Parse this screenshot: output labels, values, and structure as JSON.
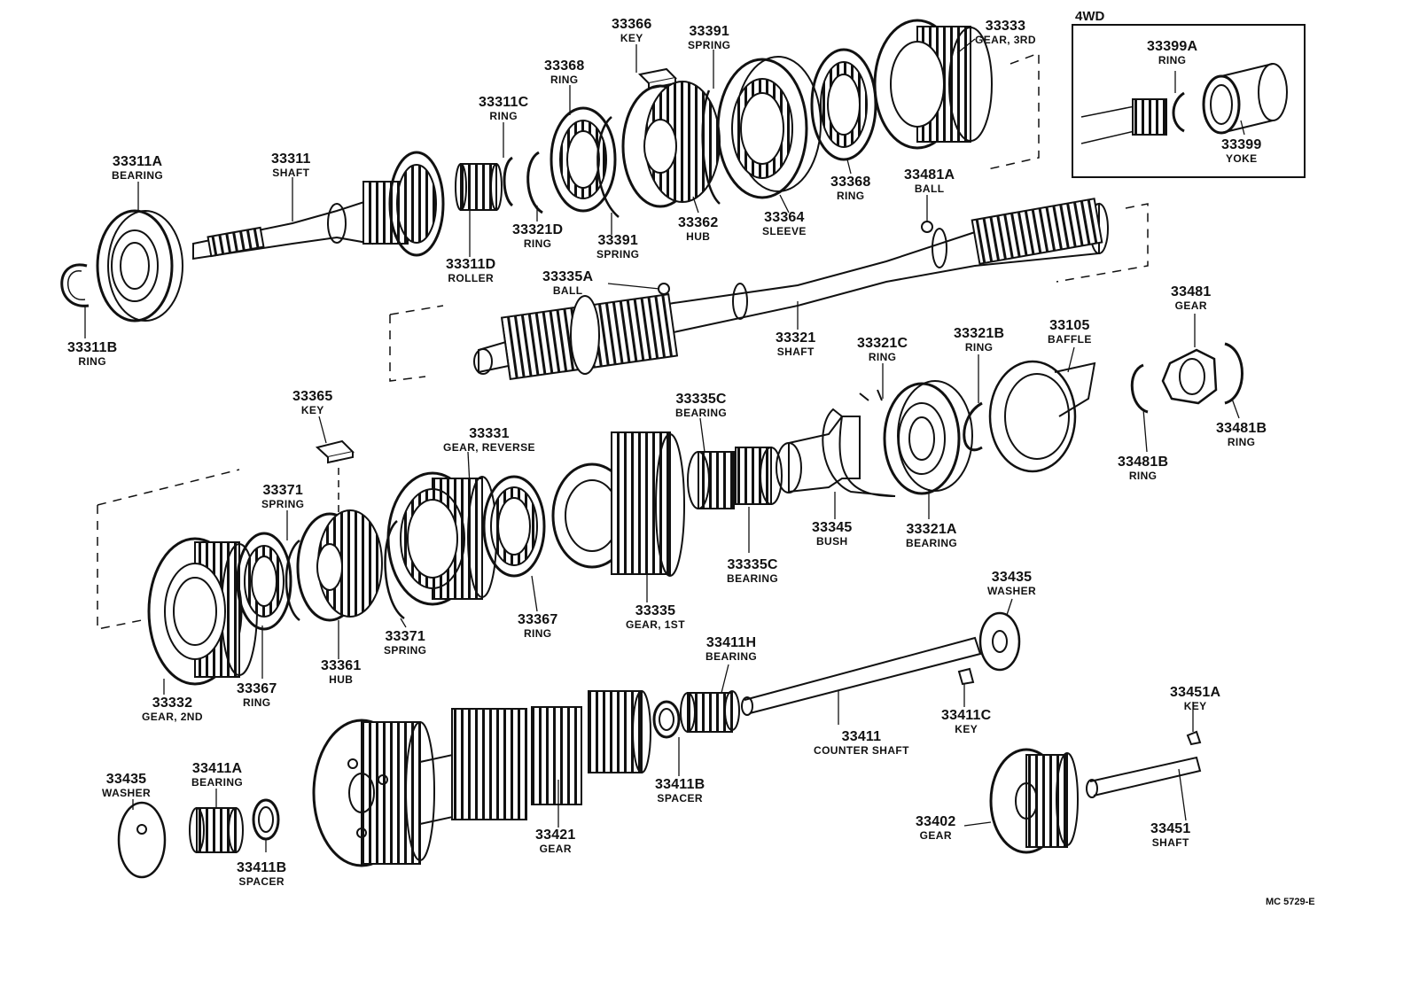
{
  "inset": {
    "title": "4WD"
  },
  "figure_code": "MC 5729-E",
  "parts": [
    {
      "id": "p33311A",
      "number": "33311A",
      "name": "BEARING"
    },
    {
      "id": "p33311",
      "number": "33311",
      "name": "SHAFT"
    },
    {
      "id": "p33311B",
      "number": "33311B",
      "name": "RING"
    },
    {
      "id": "p33311D",
      "number": "33311D",
      "name": "ROLLER"
    },
    {
      "id": "p33311C",
      "number": "33311C",
      "name": "RING"
    },
    {
      "id": "p33321D",
      "number": "33321D",
      "name": "RING"
    },
    {
      "id": "p33368a",
      "number": "33368",
      "name": "RING"
    },
    {
      "id": "p33366",
      "number": "33366",
      "name": "KEY"
    },
    {
      "id": "p33391a",
      "number": "33391",
      "name": "SPRING"
    },
    {
      "id": "p33391b",
      "number": "33391",
      "name": "SPRING"
    },
    {
      "id": "p33362",
      "number": "33362",
      "name": "HUB"
    },
    {
      "id": "p33364",
      "number": "33364",
      "name": "SLEEVE"
    },
    {
      "id": "p33368b",
      "number": "33368",
      "name": "RING"
    },
    {
      "id": "p33333",
      "number": "33333",
      "name": "GEAR, 3RD"
    },
    {
      "id": "p33399A",
      "number": "33399A",
      "name": "RING"
    },
    {
      "id": "p33399",
      "number": "33399",
      "name": "YOKE"
    },
    {
      "id": "p33481A",
      "number": "33481A",
      "name": "BALL"
    },
    {
      "id": "p33335A",
      "number": "33335A",
      "name": "BALL"
    },
    {
      "id": "p33321",
      "number": "33321",
      "name": "SHAFT"
    },
    {
      "id": "p33321C",
      "number": "33321C",
      "name": "RING"
    },
    {
      "id": "p33321B",
      "number": "33321B",
      "name": "RING"
    },
    {
      "id": "p33105",
      "number": "33105",
      "name": "BAFFLE"
    },
    {
      "id": "p33481",
      "number": "33481",
      "name": "GEAR"
    },
    {
      "id": "p33481Ba",
      "number": "33481B",
      "name": "RING"
    },
    {
      "id": "p33481Bb",
      "number": "33481B",
      "name": "RING"
    },
    {
      "id": "p33365",
      "number": "33365",
      "name": "KEY"
    },
    {
      "id": "p33331",
      "number": "33331",
      "name": "GEAR, REVERSE"
    },
    {
      "id": "p33335Ca",
      "number": "33335C",
      "name": "BEARING"
    },
    {
      "id": "p33335Cb",
      "number": "33335C",
      "name": "BEARING"
    },
    {
      "id": "p33345",
      "number": "33345",
      "name": "BUSH"
    },
    {
      "id": "p33321A",
      "number": "33321A",
      "name": "BEARING"
    },
    {
      "id": "p33371a",
      "number": "33371",
      "name": "SPRING"
    },
    {
      "id": "p33371b",
      "number": "33371",
      "name": "SPRING"
    },
    {
      "id": "p33367a",
      "number": "33367",
      "name": "RING"
    },
    {
      "id": "p33367b",
      "number": "33367",
      "name": "RING"
    },
    {
      "id": "p33335",
      "number": "33335",
      "name": "GEAR, 1ST"
    },
    {
      "id": "p33361",
      "number": "33361",
      "name": "HUB"
    },
    {
      "id": "p33332",
      "number": "33332",
      "name": "GEAR, 2ND"
    },
    {
      "id": "p33435a",
      "number": "33435",
      "name": "WASHER"
    },
    {
      "id": "p33411H",
      "number": "33411H",
      "name": "BEARING"
    },
    {
      "id": "p33411C",
      "number": "33411C",
      "name": "KEY"
    },
    {
      "id": "p33411",
      "number": "33411",
      "name": "COUNTER SHAFT"
    },
    {
      "id": "p33451A",
      "number": "33451A",
      "name": "KEY"
    },
    {
      "id": "p33435b",
      "number": "33435",
      "name": "WASHER"
    },
    {
      "id": "p33411A",
      "number": "33411A",
      "name": "BEARING"
    },
    {
      "id": "p33411Ba",
      "number": "33411B",
      "name": "SPACER"
    },
    {
      "id": "p33411Bb",
      "number": "33411B",
      "name": "SPACER"
    },
    {
      "id": "p33421",
      "number": "33421",
      "name": "GEAR"
    },
    {
      "id": "p33402",
      "number": "33402",
      "name": "GEAR"
    },
    {
      "id": "p33451",
      "number": "33451",
      "name": "SHAFT"
    }
  ]
}
